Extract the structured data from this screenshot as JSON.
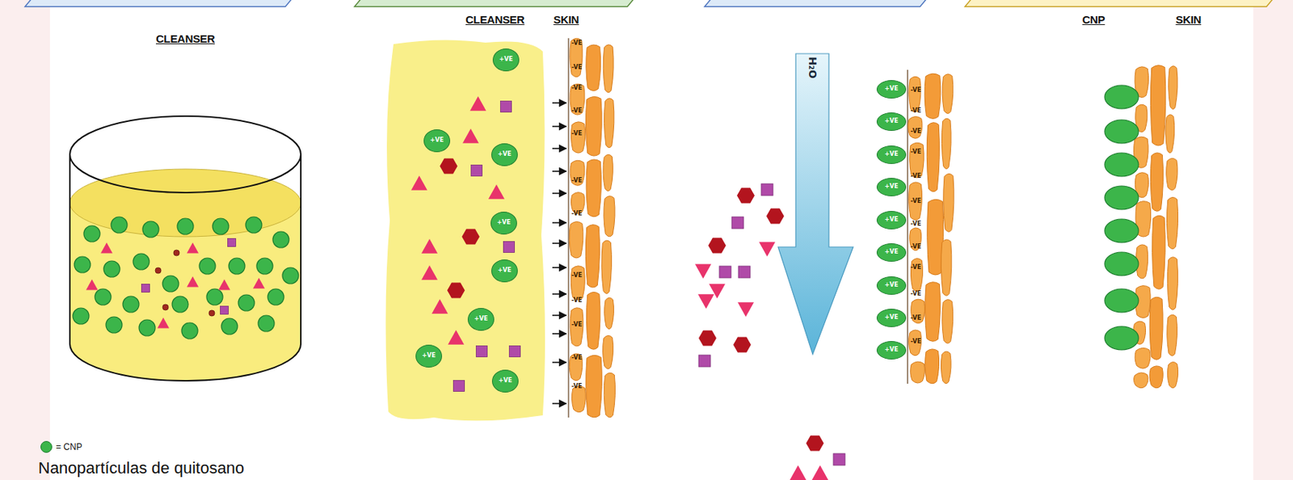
{
  "diagram": {
    "nodes": [
      {
        "text": [
          "+VE"
        ]
      },
      {
        "text": [
          "+VE"
        ]
      },
      {
        "text": [
          "+VE"
        ]
      },
      {
        "text": [
          "+VE"
        ]
      },
      {
        "text": [
          "+VE"
        ]
      },
      {
        "text": [
          "+VE"
        ]
      },
      {
        "text": [
          "+VE"
        ]
      },
      {
        "text": [
          "+VE"
        ]
      },
      {
        "text": [
          "+VE"
        ]
      },
      {
        "text": [
          "+VE"
        ]
      },
      {
        "text": [
          "+VE"
        ]
      },
      {
        "text": [
          "+VE"
        ]
      },
      {
        "text": [
          "+VE"
        ]
      },
      {
        "text": [
          "+VE"
        ]
      },
      {
        "text": [
          "+VE"
        ]
      },
      {
        "text": [
          "+VE"
        ]
      },
      {
        "text": [
          "+VE"
        ]
      }
    ],
    "labels": [
      "CLEANSER",
      "CLEANSER",
      "SKIN",
      "-VE",
      "-VE",
      "-VE",
      "-VE",
      "-VE",
      "-VE",
      "-VE",
      "-VE",
      "-VE",
      "-VE",
      "-VE",
      "-VE",
      "H₂O",
      "-VE",
      "-VE",
      "-VE",
      "-VE",
      "-VE",
      "-VE",
      "-VE",
      "-VE",
      "-VE",
      "-VE",
      "-VE",
      "-VE",
      "CNP",
      "SKIN",
      "Nanopartículas de quitosano"
    ],
    "legend": [
      {
        "text": "= CNP",
        "color": "#3cb54a"
      }
    ]
  }
}
